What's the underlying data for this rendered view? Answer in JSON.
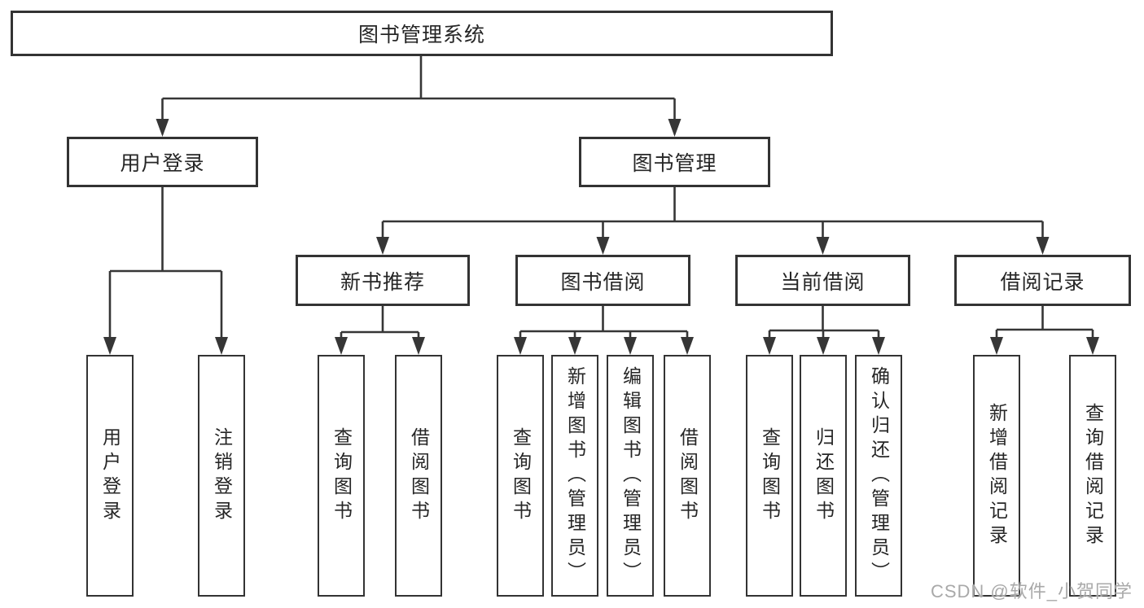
{
  "diagram": {
    "root": {
      "label": "图书管理系统"
    },
    "level2": [
      {
        "label": "用户登录"
      },
      {
        "label": "图书管理"
      }
    ],
    "level3": [
      {
        "label": "新书推荐"
      },
      {
        "label": "图书借阅"
      },
      {
        "label": "当前借阅"
      },
      {
        "label": "借阅记录"
      }
    ],
    "leaves": {
      "user_login": [
        {
          "label": "用户登录"
        },
        {
          "label": "注销登录"
        }
      ],
      "new_book_recommend": [
        {
          "label": "查询图书"
        },
        {
          "label": "借阅图书"
        }
      ],
      "book_borrow": [
        {
          "label": "查询图书"
        },
        {
          "label": "新增图书（管理员）"
        },
        {
          "label": "编辑图书（管理员）"
        },
        {
          "label": "借阅图书"
        }
      ],
      "current_borrow": [
        {
          "label": "查询图书"
        },
        {
          "label": "归还图书"
        },
        {
          "label": "确认归还（管理员）"
        }
      ],
      "borrow_records": [
        {
          "label": "新增借阅记录"
        },
        {
          "label": "查询借阅记录"
        }
      ]
    }
  },
  "watermark": "CSDN @软件_小贺同学",
  "colors": {
    "line": "#363636",
    "box_border": "#333333",
    "text": "#262626",
    "watermark": "#a9a9a9",
    "background": "#ffffff"
  }
}
